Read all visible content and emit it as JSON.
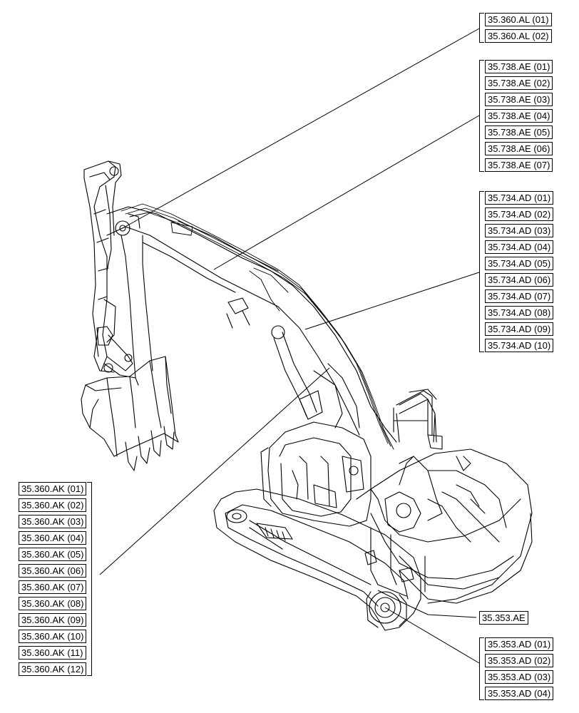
{
  "groups": {
    "al": {
      "items": [
        "35.360.AL (01)",
        "35.360.AL (02)"
      ]
    },
    "ae": {
      "items": [
        "35.738.AE (01)",
        "35.738.AE (02)",
        "35.738.AE (03)",
        "35.738.AE (04)",
        "35.738.AE (05)",
        "35.738.AE (06)",
        "35.738.AE (07)"
      ]
    },
    "adh": {
      "items": [
        "35.734.AD (01)",
        "35.734.AD (02)",
        "35.734.AD (03)",
        "35.734.AD (04)",
        "35.734.AD (05)",
        "35.734.AD (06)",
        "35.734.AD (07)",
        "35.734.AD (08)",
        "35.734.AD (09)",
        "35.734.AD (10)"
      ]
    },
    "ak": {
      "items": [
        "35.360.AK (01)",
        "35.360.AK (02)",
        "35.360.AK (03)",
        "35.360.AK (04)",
        "35.360.AK (05)",
        "35.360.AK (06)",
        "35.360.AK (07)",
        "35.360.AK (08)",
        "35.360.AK (09)",
        "35.360.AK (10)",
        "35.360.AK (11)",
        "35.360.AK (12)"
      ]
    },
    "ae2": {
      "items": [
        "35.353.AE"
      ]
    },
    "ad": {
      "items": [
        "35.353.AD (01)",
        "35.353.AD (02)",
        "35.353.AD (03)",
        "35.353.AD (04)"
      ]
    }
  }
}
